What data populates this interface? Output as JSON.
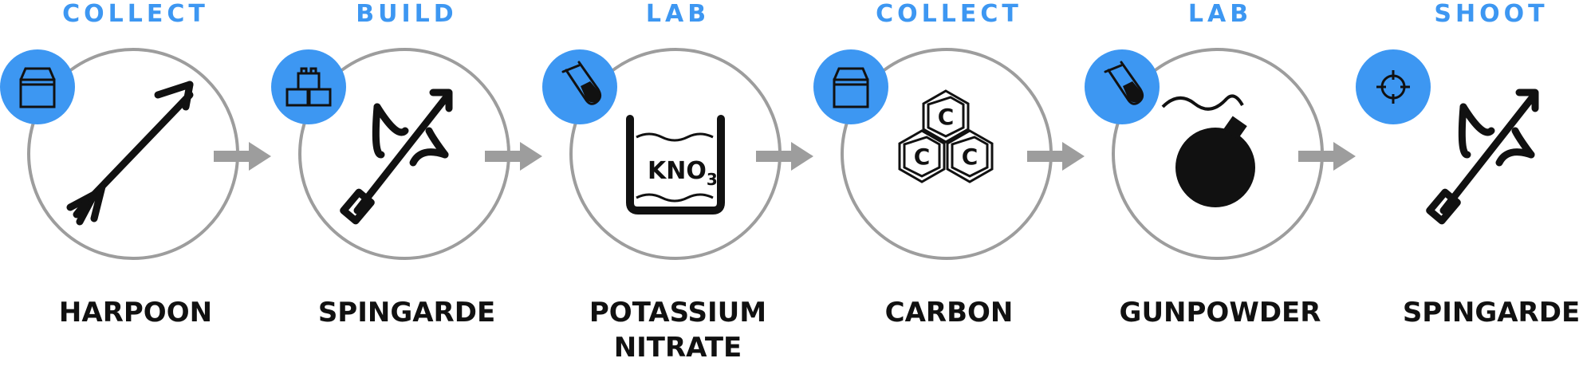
{
  "steps": [
    {
      "action": "COLLECT",
      "item": "HARPOON",
      "badge_icon": "box-icon",
      "art_icon": "harpoon-icon"
    },
    {
      "action": "BUILD",
      "item": "SPINGARDE",
      "badge_icon": "bricks-icon",
      "art_icon": "crossbow-icon"
    },
    {
      "action": "LAB",
      "item": "POTASSIUM\nNITRATE",
      "badge_icon": "test-tube-icon",
      "art_icon": "beaker-icon",
      "formula_main": "KNO",
      "formula_sub": "3"
    },
    {
      "action": "COLLECT",
      "item": "CARBON",
      "badge_icon": "box-icon",
      "art_icon": "carbon-molecule-icon",
      "atom": "C"
    },
    {
      "action": "LAB",
      "item": "GUNPOWDER",
      "badge_icon": "test-tube-icon",
      "art_icon": "bomb-icon"
    },
    {
      "action": "SHOOT",
      "item": "SPINGARDE",
      "badge_icon": "crosshair-icon",
      "art_icon": "crossbow-icon"
    }
  ],
  "colors": {
    "accent": "#3d97f2",
    "ring": "#9d9d9d",
    "arrow": "#9d9d9d",
    "ink": "#111111"
  }
}
